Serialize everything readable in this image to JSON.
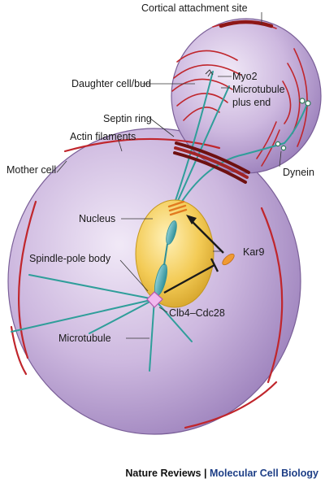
{
  "diagram": {
    "labels": {
      "cortical_site": "Cortical attachment site",
      "myo2": "Myo2",
      "daughter": "Daughter cell/bud",
      "mt_plus_1": "Microtubule",
      "mt_plus_2": "plus end",
      "septin": "Septin ring",
      "actin": "Actin filaments",
      "mother": "Mother cell",
      "dynein": "Dynein",
      "nucleus": "Nucleus",
      "kar9": "Kar9",
      "spb": "Spindle-pole body",
      "clb4": "Clb4–Cdc28",
      "microtubule": "Microtubule"
    }
  },
  "credit": {
    "journal": "Nature Reviews",
    "separator": " | ",
    "section": "Molecular Cell Biology"
  },
  "colors": {
    "cell_fill": "#c7b2da",
    "cell_edge": "#7a5f98",
    "actin": "#c0262c",
    "microtubule": "#2f9e9a",
    "nucleus": "#f0c652",
    "septin": "#7a1414",
    "credit_journal": "#111111",
    "credit_section": "#1d3e86"
  }
}
